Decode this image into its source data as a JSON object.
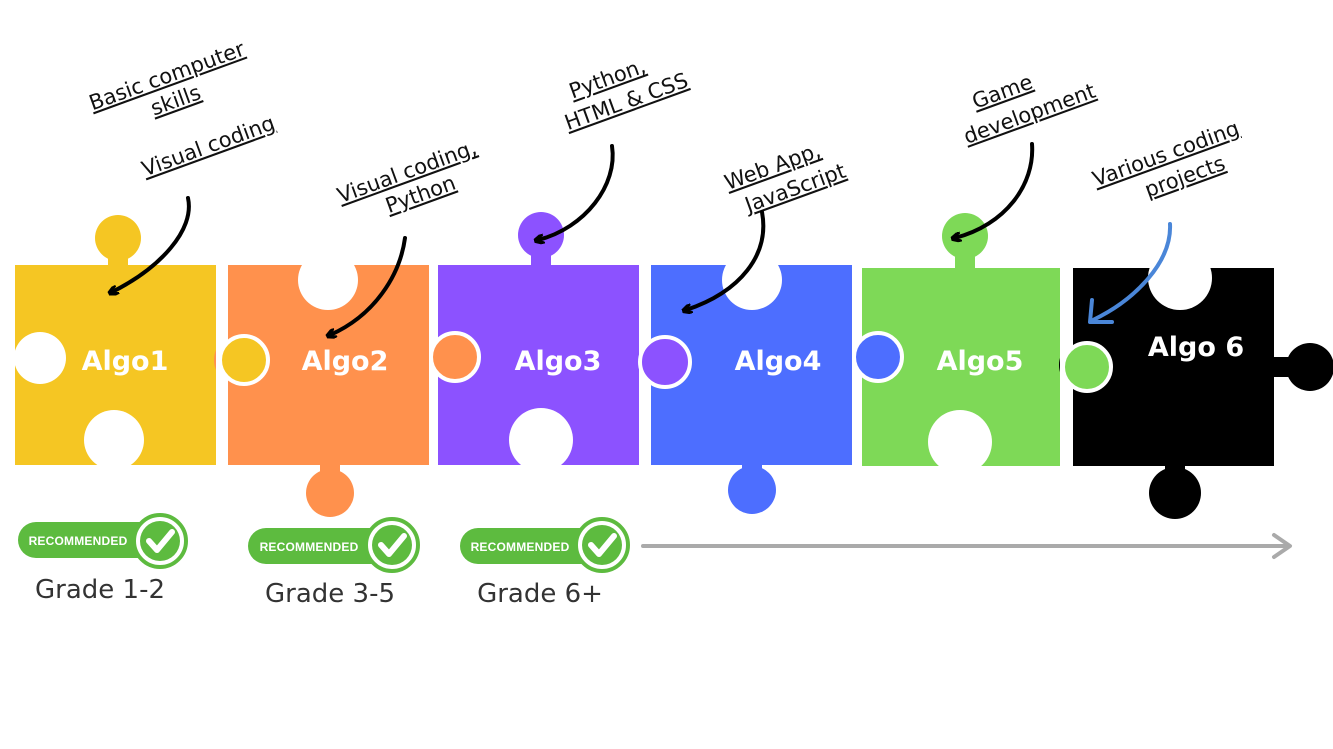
{
  "pieces": [
    {
      "label": "Algo1",
      "color": "#F5C623"
    },
    {
      "label": "Algo2",
      "color": "#FF914D"
    },
    {
      "label": "Algo3",
      "color": "#8C52FF"
    },
    {
      "label": "Algo4",
      "color": "#4D6EFF"
    },
    {
      "label": "Algo5",
      "color": "#7ED957"
    },
    {
      "label": "Algo 6",
      "color": "#000000"
    }
  ],
  "annotations": [
    {
      "lines": [
        "Basic computer",
        "skills",
        "Visual coding"
      ],
      "arrow_color": "#000000"
    },
    {
      "lines": [
        "Visual coding,",
        "Python"
      ],
      "arrow_color": "#000000"
    },
    {
      "lines": [
        "Python,",
        "HTML & CSS"
      ],
      "arrow_color": "#000000"
    },
    {
      "lines": [
        "Web App,",
        "JavaScript"
      ],
      "arrow_color": "#000000"
    },
    {
      "lines": [
        "Game",
        "development"
      ],
      "arrow_color": "#000000"
    },
    {
      "lines": [
        "Various coding",
        "projects"
      ],
      "arrow_color": "#4A86D8"
    }
  ],
  "badges": [
    {
      "text": "RECOMMENDED",
      "grade": "Grade 1-2"
    },
    {
      "text": "RECOMMENDED",
      "grade": "Grade 3-5"
    },
    {
      "text": "RECOMMENDED",
      "grade": "Grade 6+"
    }
  ],
  "badge_color": "#5DBB3F",
  "progress_arrow_color": "#AAAAAA"
}
